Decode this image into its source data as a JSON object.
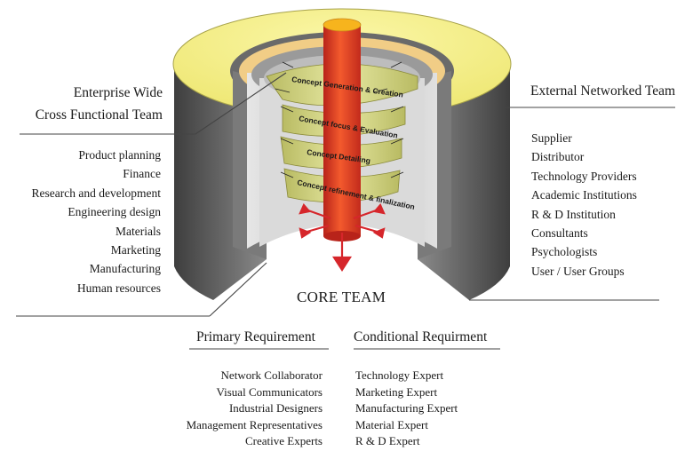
{
  "enterprise_team": {
    "title_line1": "Enterprise Wide",
    "title_line2": "Cross Functional Team",
    "items": [
      "Product planning",
      "Finance",
      "Research and development",
      "Engineering design",
      "Materials",
      "Marketing",
      "Manufacturing",
      "Human resources"
    ]
  },
  "external_team": {
    "title": "External Networked Team",
    "items": [
      "Supplier",
      "Distributor",
      "Technology Providers",
      "Academic Institutions",
      "R & D Institution",
      "Consultants",
      "Psychologists",
      "User / User Groups"
    ]
  },
  "core_team": {
    "title": "CORE TEAM",
    "primary": {
      "title": "Primary Requirement",
      "items": [
        "Network Collaborator",
        "Visual Communicators",
        "Industrial Designers",
        "Management Representatives",
        "Creative Experts"
      ]
    },
    "conditional": {
      "title": "Conditional Requirment",
      "items": [
        "Technology Expert",
        "Marketing Expert",
        "Manufacturing Expert",
        "Material Expert",
        "R & D Expert"
      ]
    }
  },
  "spiral_stages": [
    "Concept Generation & Creation",
    "Concept focus & Evaluation",
    "Concept Detailing",
    "Concept refinement & finalization"
  ],
  "colors": {
    "outer_ring_top": "#f4f08a",
    "outer_wall": "#5a5a5a",
    "inner_wall": "#c9c9c9",
    "mid_ring_top": "#f1cd86",
    "spiral": "#d8d98c",
    "core_cylinder": "#e8442a",
    "core_top": "#f7b41d",
    "arrow": "#d6262b"
  }
}
